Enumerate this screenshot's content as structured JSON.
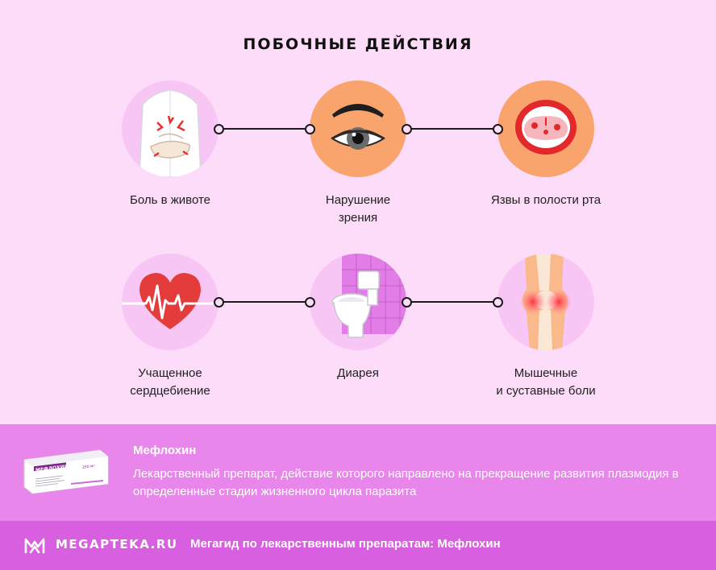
{
  "title": "ПОБОЧНЫЕ ДЕЙСТВИЯ",
  "effects": [
    {
      "label": "Боль в животе",
      "icon": "stomach-pain-icon"
    },
    {
      "label": "Нарушение\nзрения",
      "icon": "eye-icon"
    },
    {
      "label": "Язвы в полости рта",
      "icon": "mouth-ulcers-icon"
    },
    {
      "label": "Учащенное\nсердцебиение",
      "icon": "heartbeat-icon"
    },
    {
      "label": "Диарея",
      "icon": "toilet-icon"
    },
    {
      "label": "Мышечные\nи суставные боли",
      "icon": "joint-pain-icon"
    }
  ],
  "drug": {
    "name": "Мефлохин",
    "description": "Лекарственный препарат, действие которого направлено на прекращение развития плазмодия в определенные стадии жизненного цикла паразита",
    "pack_brand": "МЕФЛОХИН",
    "pack_dose": "250 мг"
  },
  "footer": {
    "logo": "MEGAPTEKA.RU",
    "tagline": "Мегагид по лекарственным препаратам: Мефлохин"
  },
  "colors": {
    "background": "#fcdcf8",
    "info_band": "#e886ec",
    "footer_band": "#d85fe0",
    "orange_circle": "#f9a46c",
    "pink_circle": "#f8c6f4"
  }
}
